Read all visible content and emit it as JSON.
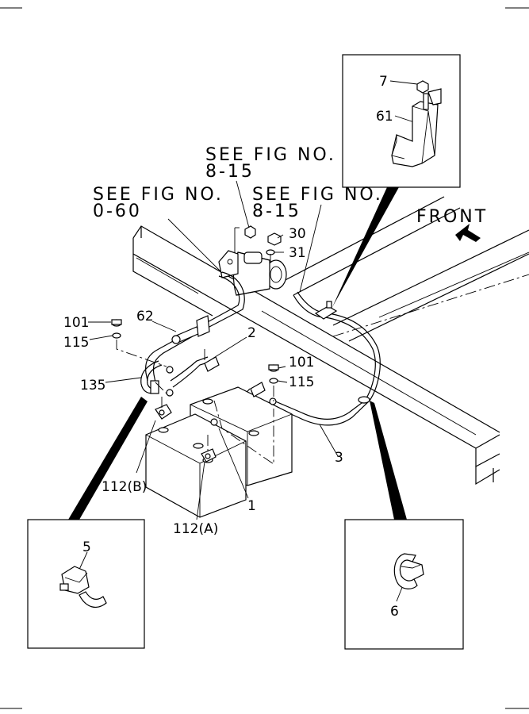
{
  "references": {
    "fig_8_15_top": {
      "line1": "SEE FIG NO.",
      "line2": "8-15"
    },
    "fig_0_60": {
      "line1": "SEE FIG NO.",
      "line2": "0-60"
    },
    "fig_8_15_mid": {
      "line1": "SEE FIG NO.",
      "line2": "8-15"
    }
  },
  "direction": {
    "front": "FRONT"
  },
  "callouts": {
    "p7": "7",
    "p61": "61",
    "p30": "30",
    "p31": "31",
    "p101_left": "101",
    "p115_left": "115",
    "p62": "62",
    "p2": "2",
    "p135": "135",
    "p101_right": "101",
    "p115_right": "115",
    "p3": "3",
    "p112b": "112(B)",
    "p1": "1",
    "p112a": "112(A)",
    "p5": "5",
    "p6": "6"
  }
}
